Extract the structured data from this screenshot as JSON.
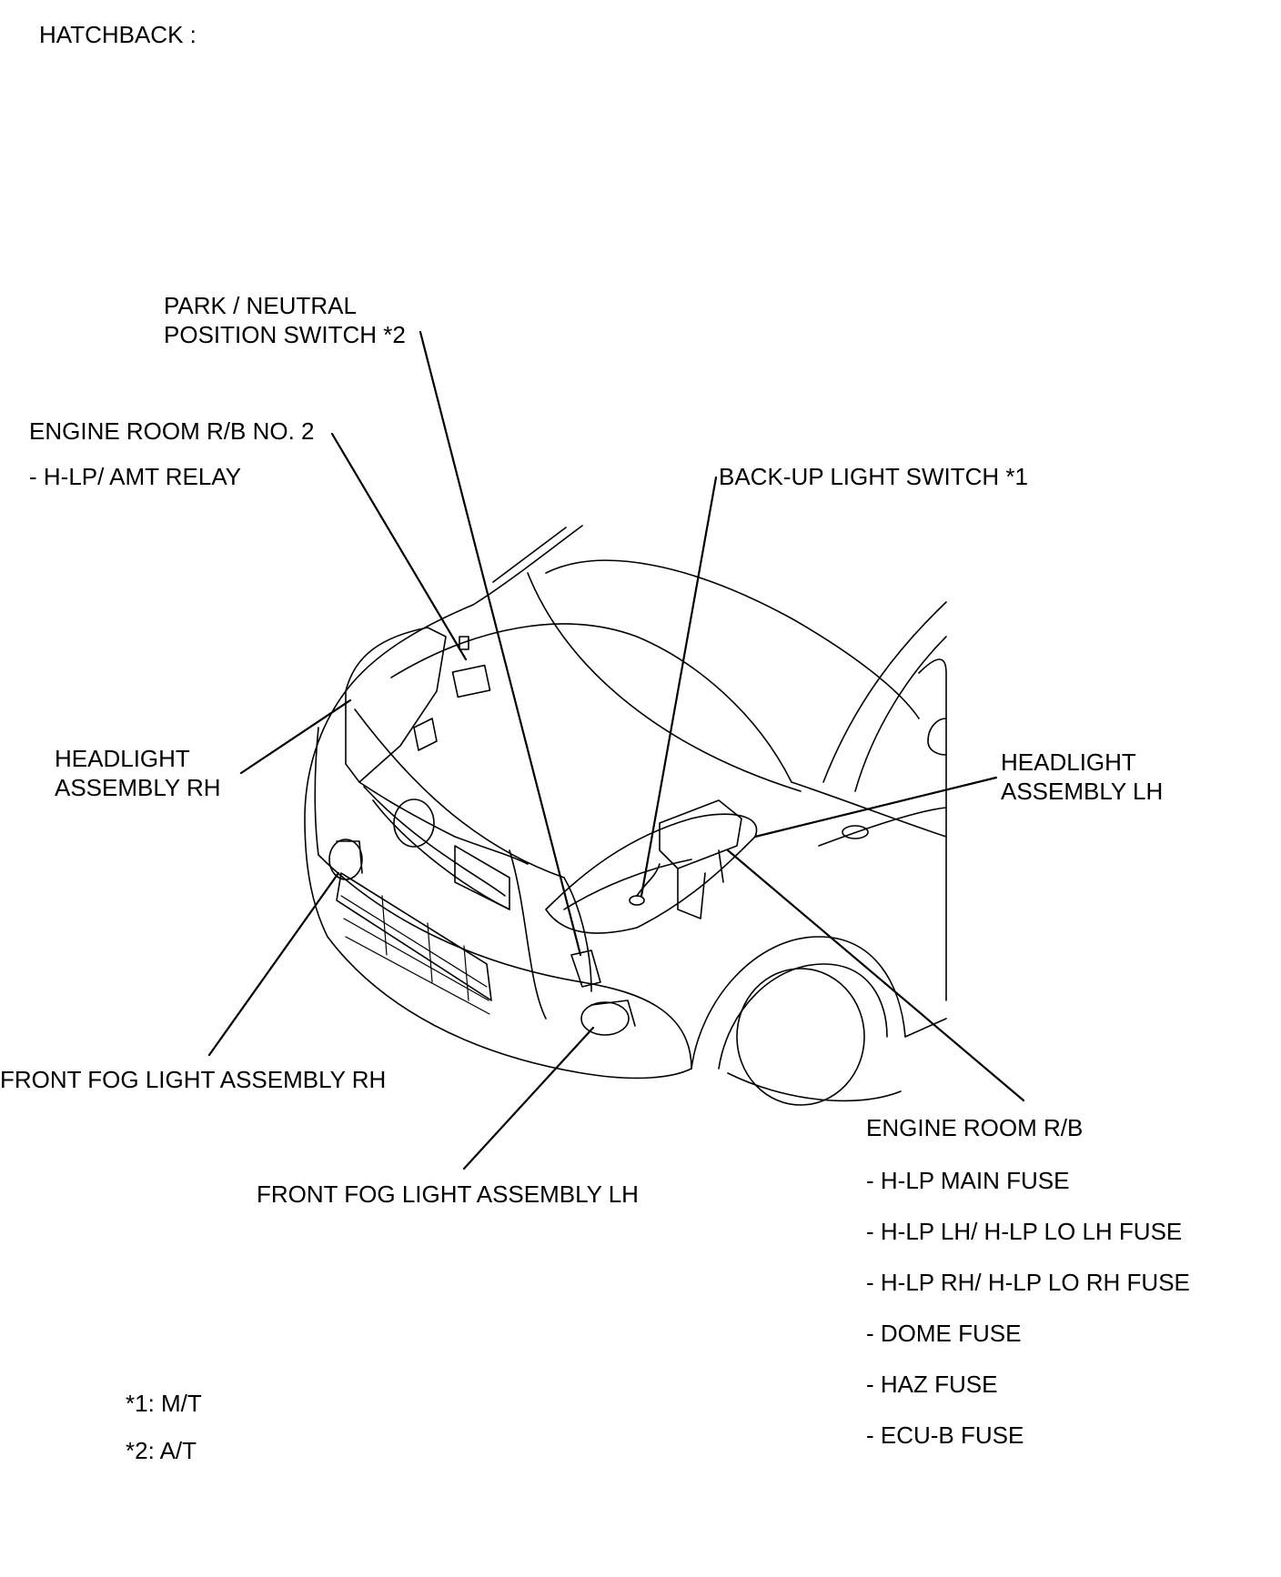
{
  "header": {
    "title": "HATCHBACK :"
  },
  "labels": {
    "park_neutral_switch": "PARK / NEUTRAL\nPOSITION SWITCH *2",
    "engine_room_rb_no2": "ENGINE ROOM R/B NO. 2",
    "h_lp_amt_relay": "- H-LP/ AMT RELAY",
    "back_up_light_switch": "BACK-UP LIGHT SWITCH *1",
    "headlight_rh": "HEADLIGHT\nASSEMBLY RH",
    "headlight_lh": "HEADLIGHT\nASSEMBLY LH",
    "front_fog_rh": "FRONT FOG LIGHT ASSEMBLY RH",
    "front_fog_lh": "FRONT FOG LIGHT ASSEMBLY LH",
    "engine_room_rb": "ENGINE ROOM R/B"
  },
  "engine_room_rb_fuses": [
    "- H-LP MAIN FUSE",
    "- H-LP LH/ H-LP LO LH FUSE",
    "- H-LP RH/ H-LP LO RH FUSE",
    "- DOME FUSE",
    "- HAZ FUSE",
    "- ECU-B FUSE"
  ],
  "notes": [
    "*1: M/T",
    "*2: A/T"
  ]
}
